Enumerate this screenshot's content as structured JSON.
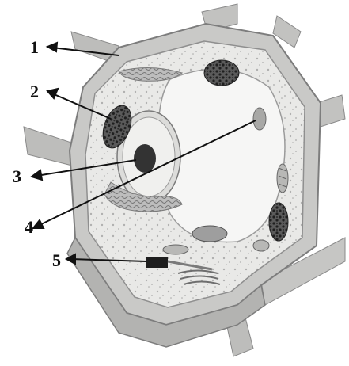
{
  "labels": [
    {
      "id": "1",
      "text": "1"
    },
    {
      "id": "2",
      "text": "2"
    },
    {
      "id": "3",
      "text": "3"
    },
    {
      "id": "4",
      "text": "4"
    },
    {
      "id": "5",
      "text": "5"
    }
  ],
  "colors": {
    "wall": "#c9c9c7",
    "wall_dark": "#a9a9a7",
    "cytoplasm": "#e9e9e7",
    "vacuole": "#f6f6f5",
    "organelle": "#3a3a3a",
    "nucleus": "#333333",
    "arrow": "#111111"
  }
}
